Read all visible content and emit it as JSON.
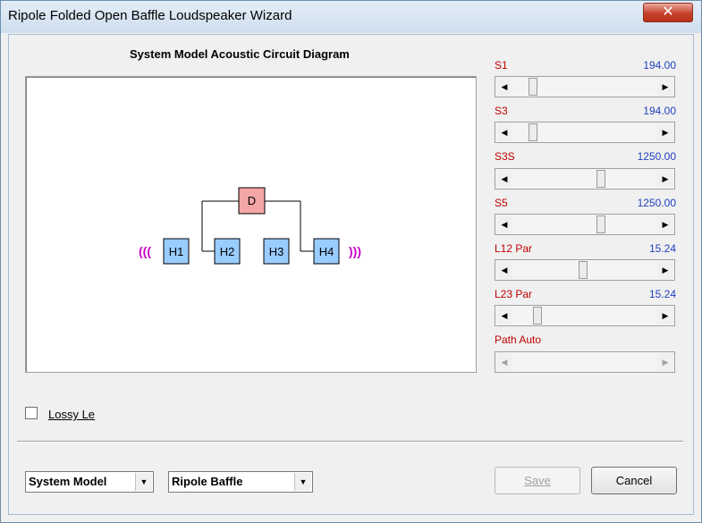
{
  "window": {
    "title": "Ripole Folded Open Baffle Loudspeaker Wizard",
    "close_glyph": "✕"
  },
  "diagram": {
    "title": "System Model Acoustic Circuit Diagram",
    "nodes": [
      "H1",
      "H2",
      "H3",
      "H4",
      "D"
    ],
    "left_wave": "(((",
    "right_wave": ")))",
    "colors": {
      "horn_box": "#99ccff",
      "driver_box": "#f4a6a6",
      "wave": "#cc00cc"
    }
  },
  "sliders": [
    {
      "label": "S1",
      "value": "194.00",
      "position": 0.12
    },
    {
      "label": "S3",
      "value": "194.00",
      "position": 0.12
    },
    {
      "label": "S3S",
      "value": "1250.00",
      "position": 0.62
    },
    {
      "label": "S5",
      "value": "1250.00",
      "position": 0.62
    },
    {
      "label": "L12 Par",
      "value": "15.24",
      "position": 0.49
    },
    {
      "label": "L23 Par",
      "value": "15.24",
      "position": 0.15
    },
    {
      "label": "Path Auto",
      "value": "",
      "position": 0,
      "disabled": true
    }
  ],
  "options": {
    "lossy_le_label": "Lossy Le",
    "lossy_le_checked": false
  },
  "footer": {
    "model_combo": "System Model",
    "baffle_combo": "Ripole Baffle",
    "save_label": "Save",
    "cancel_label": "Cancel"
  },
  "arrow_glyphs": {
    "left": "◀",
    "right": "▶",
    "down": "▼"
  }
}
